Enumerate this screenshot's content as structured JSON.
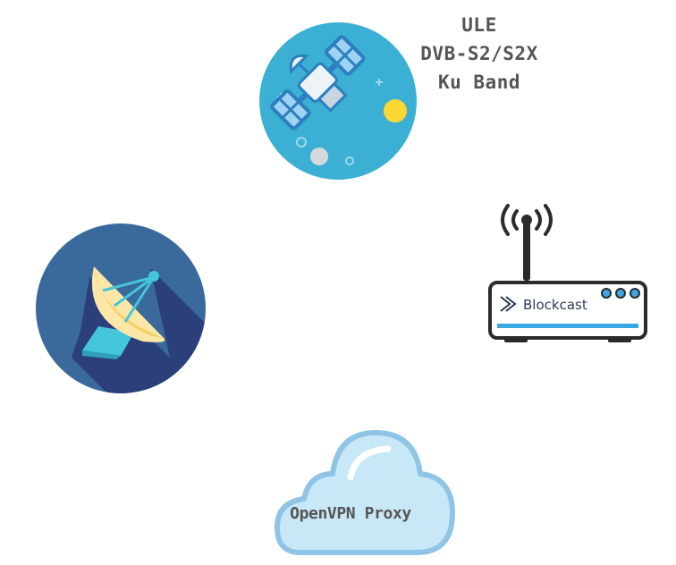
{
  "satellite": {
    "icon": "satellite-icon",
    "label_lines": [
      "ULE",
      "DVB-S2/S2X",
      "Ku Band"
    ]
  },
  "ground_station": {
    "icon": "satellite-dish-icon"
  },
  "receiver": {
    "icon": "router-icon",
    "brand": "Blockcast"
  },
  "proxy": {
    "icon": "cloud-icon",
    "label": "OpenVPN Proxy"
  },
  "colors": {
    "satellite_bg": "#3bb0d4",
    "dish_bg": "#3a6a9c",
    "dish_shadow": "#2b3f7a",
    "cloud_fill": "#c8e8f7",
    "cloud_stroke": "#8fc4e6",
    "router_stripe": "#3aa6e2",
    "label_text": "#555555"
  }
}
